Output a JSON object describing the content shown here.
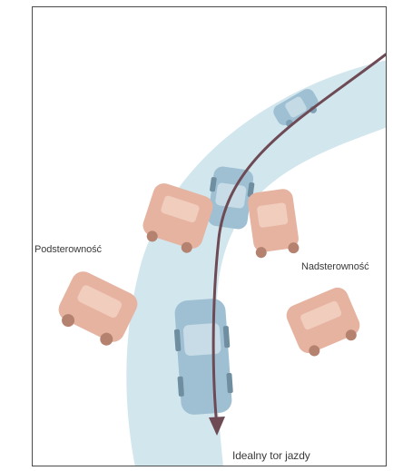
{
  "labels": {
    "understeer": "Podsterowność",
    "oversteer": "Nadsterowność",
    "ideal_line": "Idealny tor jazdy"
  },
  "colors": {
    "road": "#d2e6ee",
    "ideal_car": "#9fc0d3",
    "error_car": "#e6b3a1",
    "trajectory": "#6e4a55",
    "frame": "#4a4a4a"
  },
  "icons": {
    "car": "car-icon",
    "arrow": "arrow-icon"
  }
}
